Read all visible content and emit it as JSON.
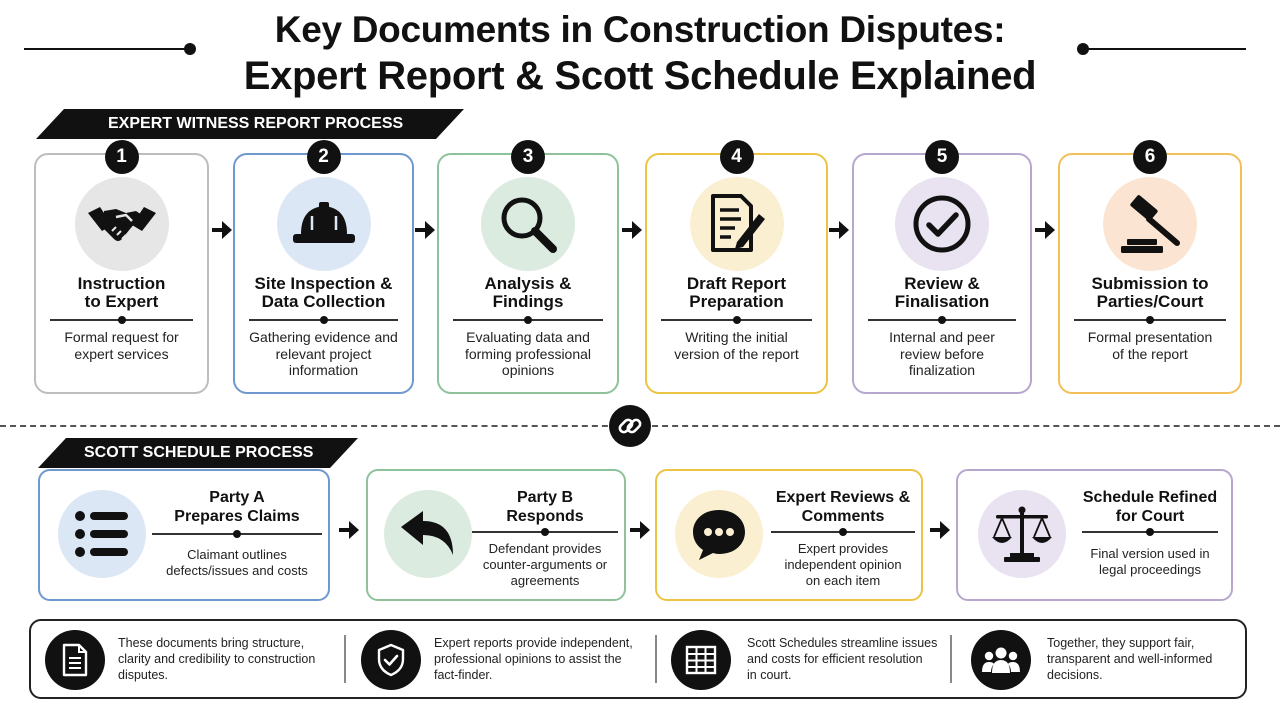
{
  "title": {
    "line1": "Key Documents in Construction Disputes:",
    "line2": "Expert Report & Scott Schedule Explained"
  },
  "expert_section": {
    "heading": "EXPERT WITNESS REPORT PROCESS",
    "steps": [
      {
        "number": "1",
        "title_1": "Instruction",
        "title_2": "to Expert",
        "desc": [
          "Formal request for",
          "expert services"
        ],
        "icon": "handshake-icon",
        "border_color": "#bdbdbd",
        "circle_color": "#e6e6e6"
      },
      {
        "number": "2",
        "title_1": "Site Inspection &",
        "title_2": "Data Collection",
        "desc": [
          "Gathering evidence and",
          "relevant project",
          "information"
        ],
        "icon": "hard-hat-icon",
        "border_color": "#6f98cf",
        "circle_color": "#dce7f5"
      },
      {
        "number": "3",
        "title_1": "Analysis &",
        "title_2": "Findings",
        "desc": [
          "Evaluating data and",
          "forming professional",
          "opinions"
        ],
        "icon": "magnifier-icon",
        "border_color": "#8fc29a",
        "circle_color": "#dcebdf"
      },
      {
        "number": "4",
        "title_1": "Draft Report",
        "title_2": "Preparation",
        "desc": [
          "Writing the initial",
          "version of the report"
        ],
        "icon": "document-pen-icon",
        "border_color": "#ecc445",
        "circle_color": "#fbefd2"
      },
      {
        "number": "5",
        "title_1": "Review &",
        "title_2": "Finalisation",
        "desc": [
          "Internal and peer",
          "review before",
          "finalization"
        ],
        "icon": "check-circle-icon",
        "border_color": "#b7a7cf",
        "circle_color": "#e9e3f1"
      },
      {
        "number": "6",
        "title_1": "Submission to",
        "title_2": "Parties/Court",
        "desc": [
          "Formal presentation",
          "of the report"
        ],
        "icon": "gavel-icon",
        "border_color": "#f2bf59",
        "circle_color": "#fbe5d2"
      }
    ]
  },
  "scott_section": {
    "heading": "SCOTT SCHEDULE PROCESS",
    "cards": [
      {
        "title_1": "Party A",
        "title_2": "Prepares Claims",
        "desc": [
          "Claimant outlines",
          "defects/issues and costs"
        ],
        "icon": "list-icon",
        "border_color": "#6f98cf",
        "circle_color": "#dce7f5"
      },
      {
        "title_1": "Party B",
        "title_2": "Responds",
        "desc": [
          "Defendant provides",
          "counter-arguments or",
          "agreements"
        ],
        "icon": "reply-arrow-icon",
        "border_color": "#8fc29a",
        "circle_color": "#dcebdf"
      },
      {
        "title_1": "Expert Reviews &",
        "title_2": "Comments",
        "desc": [
          "Expert provides",
          "independent opinion",
          "on each item"
        ],
        "icon": "speech-bubble-icon",
        "border_color": "#ecc445",
        "circle_color": "#fbefd2"
      },
      {
        "title_1": "Schedule Refined",
        "title_2": "for Court",
        "desc": [
          "Final version used in",
          "legal proceedings"
        ],
        "icon": "scales-icon",
        "border_color": "#b7a7cf",
        "circle_color": "#e9e3f1"
      }
    ]
  },
  "link_icon": "link-icon",
  "summary": [
    {
      "icon": "document-icon",
      "lines": [
        "These documents bring structure,",
        "clarity and credibility to construction",
        "disputes."
      ]
    },
    {
      "icon": "shield-check-icon",
      "lines": [
        "Expert reports provide independent,",
        "professional opinions to assist the",
        "fact-finder."
      ]
    },
    {
      "icon": "table-icon",
      "lines": [
        "Scott Schedules streamline issues",
        "and costs for efficient resolution",
        "in court."
      ]
    },
    {
      "icon": "people-icon",
      "lines": [
        "Together, they support fair,",
        "transparent and well-informed",
        "decisions."
      ]
    }
  ]
}
